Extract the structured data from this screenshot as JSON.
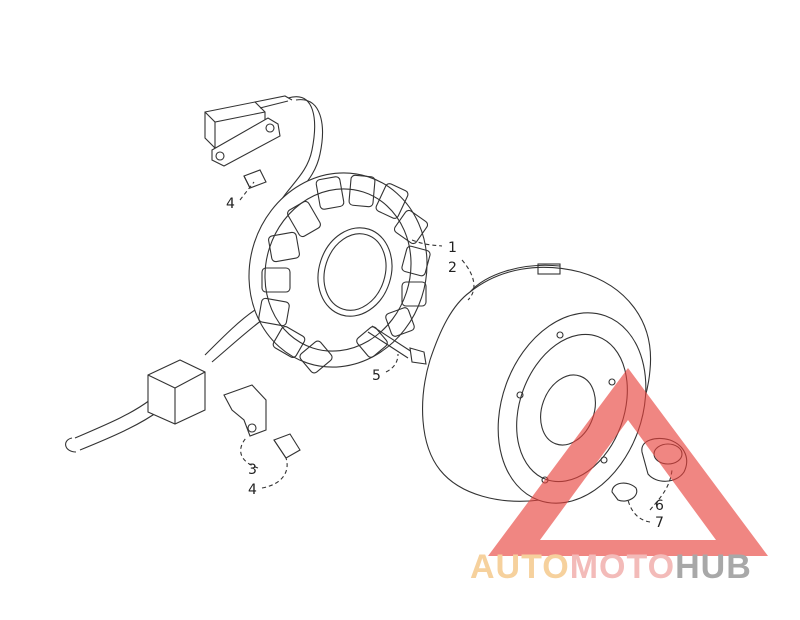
{
  "callouts": {
    "c1": "1",
    "c2": "2",
    "c3": "3",
    "c4a": "4",
    "c4b": "4",
    "c5": "5",
    "c6": "6",
    "c7": "7"
  },
  "watermark": {
    "part1": "AUTO",
    "part2": "MOTO",
    "part3": "HUB",
    "colors": {
      "triangle": "#e8413c",
      "auto": "#f5b260",
      "moto": "#ee8a86",
      "hub": "#8a8a8a"
    }
  }
}
